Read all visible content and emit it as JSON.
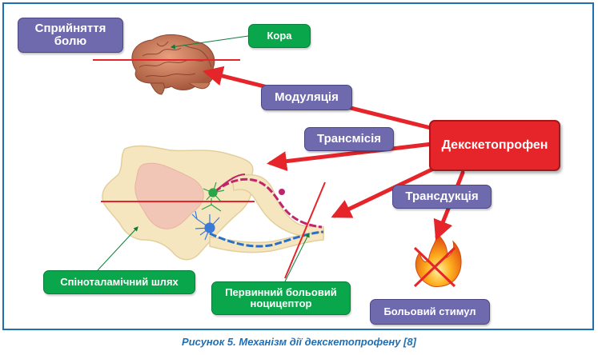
{
  "labels": {
    "pain_perception": "Сприйняття болю",
    "cortex": "Кора",
    "modulation": "Модуляція",
    "transmission": "Трансмісія",
    "drug": "Декскетопрофен",
    "transduction": "Трансдукція",
    "spinothalamic": "Спіноталамічний шлях",
    "primary_nociceptor": "Первинний больовий ноцицептор",
    "pain_stimulus": "Больовий стимул"
  },
  "caption": "Рисунок 5. Механізм дії декскетопрофену [8]",
  "colors": {
    "frame": "#1f6fb4",
    "purple_box": "#6e6aad",
    "green_box": "#0aa64b",
    "red_box": "#e5252a",
    "arrow": "#e5252a"
  }
}
